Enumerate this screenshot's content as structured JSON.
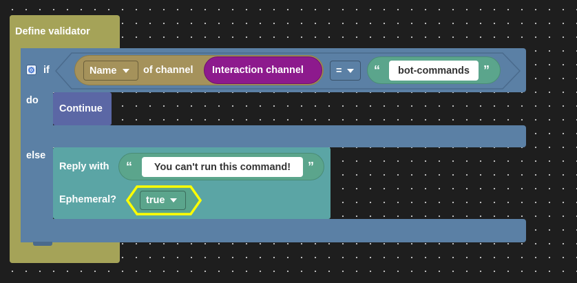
{
  "define_block": {
    "label": "Define validator"
  },
  "if_block": {
    "if_label": "if",
    "do_label": "do",
    "else_label": "else",
    "gear_icon": "gear-icon"
  },
  "condition": {
    "property_dropdown": "Name",
    "of_label": "of channel",
    "channel_block": "Interaction channel",
    "operator_dropdown": "=",
    "compare_text": "bot-commands"
  },
  "continue_block": {
    "label": "Continue"
  },
  "reply_block": {
    "label": "Reply with",
    "message": "You can't run this command!",
    "ephemeral_label": "Ephemeral?",
    "ephemeral_value": "true"
  },
  "quotes": {
    "open": "“",
    "close": "”"
  },
  "colors": {
    "define": "#a5a358",
    "if": "#5b80a5",
    "name_block": "#a5925b",
    "interaction": "#8d1a8d",
    "text": "#5ba58c",
    "continue": "#5b67a5",
    "reply": "#5ba5a5",
    "selection": "#ffff00"
  }
}
